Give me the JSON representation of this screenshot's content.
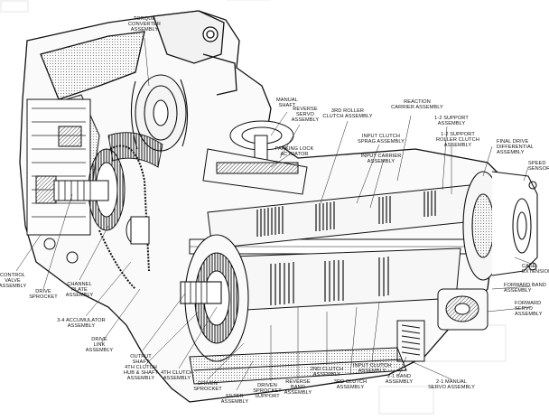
{
  "diagram": {
    "labels": {
      "torque_converter": "TORQUE\nCONVERTER\nASSEMBLY",
      "manual_shaft": "MANUAL\nSHAFT",
      "reverse_servo": "REVERSE\nSERVO\nASSEMBLY",
      "third_roller_clutch": "3RD ROLLER\nCLUTCH ASSEMBLY",
      "reaction_carrier": "REACTION\nCARRIER ASSEMBLY",
      "one_two_support": "1-2 SUPPORT\nASSEMBLY",
      "input_clutch_sprag": "INPUT CLUTCH\nSPRAG ASSEMBLY",
      "one_two_support_roller": "1-2 SUPPORT\nROLLER CLUTCH\nASSEMBLY",
      "final_drive": "FINAL DRIVE\nDIFFERENTIAL\nASSEMBLY",
      "parking_lock": "PARKING LOCK\nACTUATOR",
      "input_carrier": "INPUT CARRIER\nASSEMBLY",
      "speed_sensor": "SPEED\nSENSOR",
      "control_valve": "CONTROL\nVALVE\nASSEMBLY",
      "drive_sprocket": "DRIVE\nSPROCKET",
      "channel_plate": "CHANNEL\nPLATE\nASSEMBLY",
      "accumulator": "3-4 ACCUMULATOR\nASSEMBLY",
      "drive_link": "DRIVE\nLINK\nASSEMBLY",
      "output_shaft": "OUTPUT\nSHAFT",
      "fourth_clutch_hub": "4TH CLUTCH\nHUB & SHAFT\nASSEMBLY",
      "fourth_clutch": "4TH CLUTCH\nASSEMBLY",
      "driven_sprocket": "DRIVEN\nSPROCKET",
      "filter": "FILTER\nASSEMBLY",
      "driven_sprocket_support": "DRIVEN\nSPROCKET\nSUPPORT",
      "reverse_band": "REVERSE\nBAND\nASSEMBLY",
      "second_clutch": "2ND CLUTCH\nASSEMBLY",
      "third_clutch": "3RD CLUTCH\nASSEMBLY",
      "input_clutch": "INPUT CLUTCH\nASSEMBLY",
      "two_one_band": "2-1 BAND\nASSEMBLY",
      "two_one_manual_servo": "2-1 MANUAL\nSERVO ASSEMBLY",
      "case_extension": "CASE\nEXTENSION",
      "forward_band": "FORWARD BAND\nASSEMBLY",
      "forward_servo": "FORWARD\nSERVO\nASSEMBLY"
    }
  }
}
